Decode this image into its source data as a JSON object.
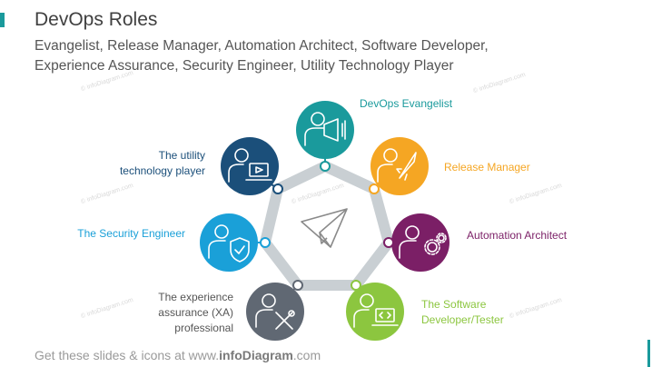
{
  "header": {
    "title": "DevOps Roles",
    "subtitle": "Evangelist, Release Manager, Automation Architect, Software Developer, Experience Assurance, Security Engineer, Utility Technology Player"
  },
  "roles": [
    {
      "label": "DevOps Evangelist",
      "color": "#1a9a9c",
      "icon": "megaphone-person-icon"
    },
    {
      "label": "Release Manager",
      "color": "#f5a623",
      "icon": "rocket-person-icon"
    },
    {
      "label": "Automation Architect",
      "color": "#7b1f66",
      "icon": "gears-person-icon"
    },
    {
      "label": "The Software Developer/Tester",
      "line1": "The Software",
      "line2": "Developer/Tester",
      "color": "#8cc63f",
      "icon": "code-laptop-person-icon"
    },
    {
      "label": "The experience assurance (XA) professional",
      "line1": "The experience",
      "line2": "assurance (XA)",
      "line3": "professional",
      "color": "#606873",
      "icon": "tools-person-icon"
    },
    {
      "label": "The Security Engineer",
      "color": "#1aa0d8",
      "icon": "shield-person-icon"
    },
    {
      "label": "The utility technology player",
      "line1": "The utility",
      "line2": "technology player",
      "color": "#1b4f7a",
      "icon": "play-screen-person-icon"
    }
  ],
  "center_icon": "paper-plane-icon",
  "footer": {
    "prefix": "Get these slides & icons at www.",
    "brand": "infoDiagram",
    "suffix": ".com"
  },
  "watermark": "© infoDiagram.com"
}
